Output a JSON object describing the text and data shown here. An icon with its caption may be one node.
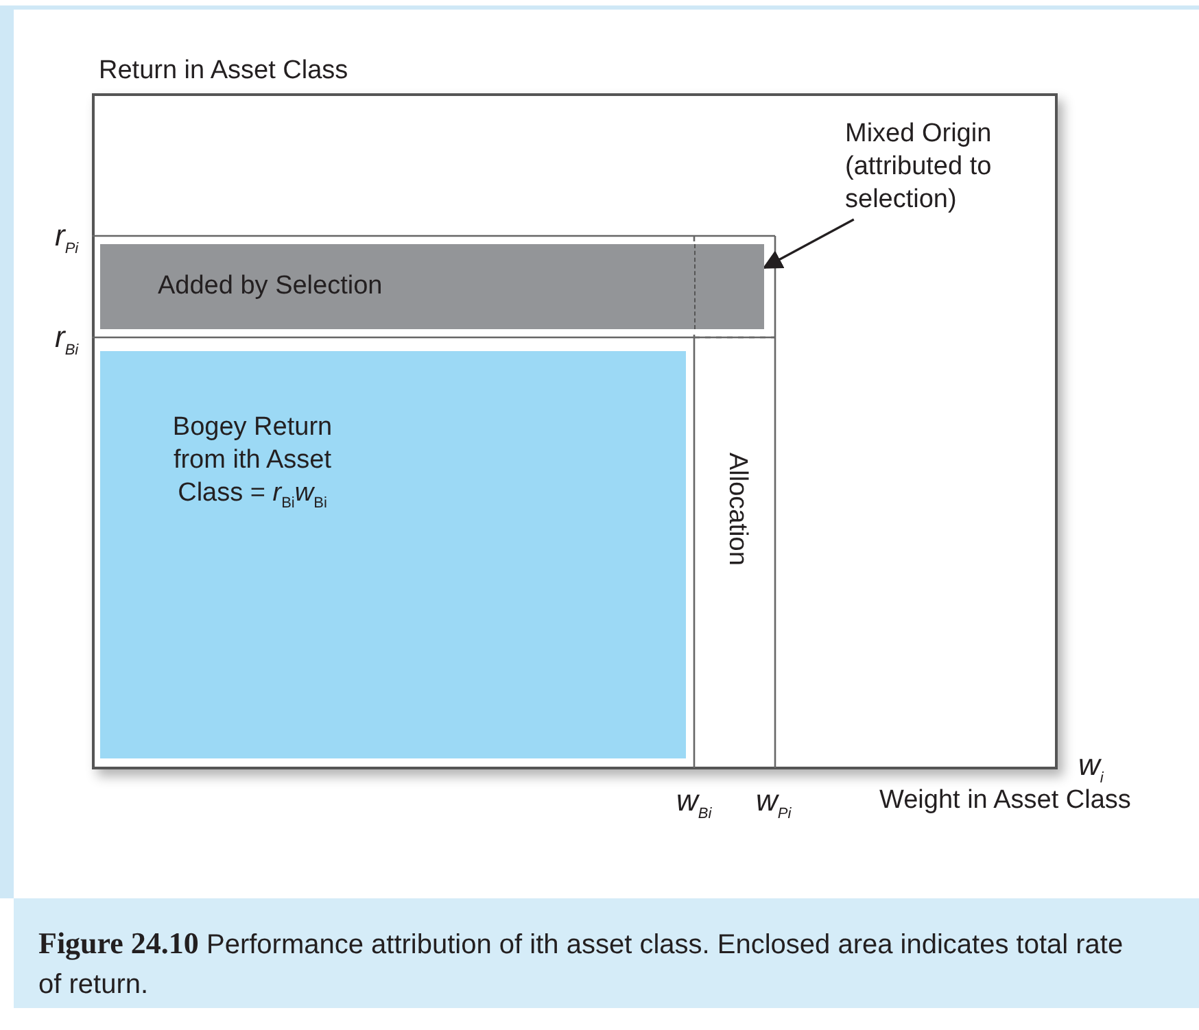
{
  "diagram": {
    "caption": "**Figure 24.10** Performance attribution of ith asset class. Enclosed area indicates total rate of return.",
    "nodes": [
      {
        "text": [
          "Added by Selection"
        ]
      },
      {
        "text": [
          "Bogey Return from ith Asset Class = *r*$_{Bi}$*w*$_{Bi}$"
        ]
      },
      {
        "text": [
          "Allocation"
        ]
      },
      {
        "text": [
          "Mixed Origin (attributed to selection)"
        ]
      },
      {
        "text": [],
        "shape": "box",
        "in": 0
      }
    ],
    "edges": [
      {
        "from": 3,
        "to": 4,
        "arrow": "to"
      }
    ],
    "labels": [
      "Return in Asset Class",
      "r$_{Pi}$",
      "r$_{Bi}$",
      "w$_{Bi}$",
      "w$_{Pi}$",
      "w$_{i}$",
      "Weight in Asset Class"
    ]
  }
}
